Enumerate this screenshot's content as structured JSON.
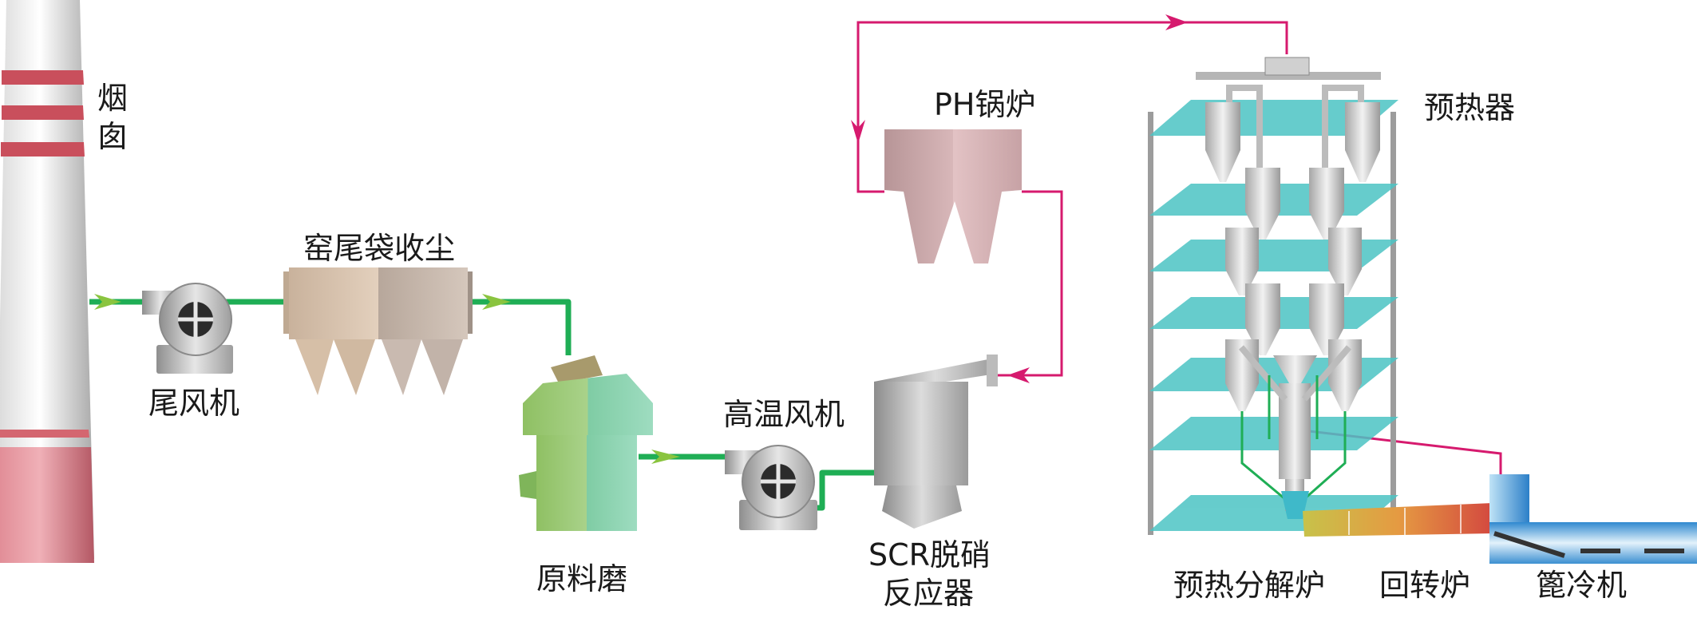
{
  "labels": {
    "chimney_line1": "烟",
    "chimney_line2": "囱",
    "bag_filter": "窑尾袋收尘",
    "tail_fan": "尾风机",
    "raw_mill": "原料磨",
    "hot_fan": "高温风机",
    "scr_line1": "SCR脱硝",
    "scr_line2": "反应器",
    "ph_boiler": "PH锅炉",
    "preheater": "预热器",
    "precalciner": "预热分解炉",
    "rotary_kiln": "回转炉",
    "cooler": "篦冷机"
  },
  "colors": {
    "gas_flow_line": "#1fae55",
    "hot_air_line": "#d61a6e",
    "preheater_platform": "#4cc4c4",
    "chimney_band": "#c94f5c"
  },
  "icons": [
    "fan-icon",
    "arrow-icon"
  ]
}
